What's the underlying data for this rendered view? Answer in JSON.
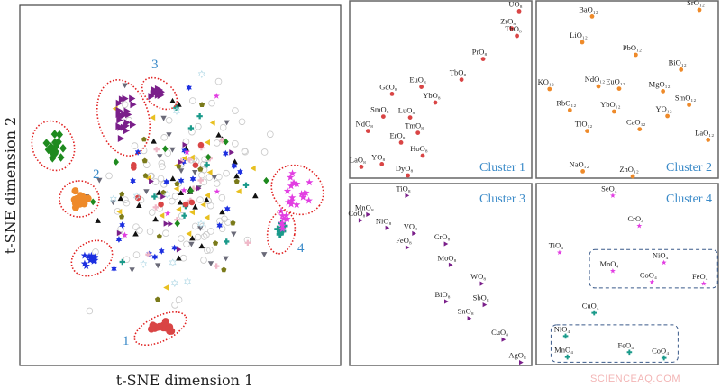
{
  "chart_data": [
    {
      "type": "scatter",
      "xlabel": "t-SNE dimension 1",
      "ylabel": "t-SNE dimension 2",
      "annotated_clusters": [
        {
          "label": "1",
          "marker": "circle",
          "color": "#d94545",
          "center": [
            43.8,
            10.2
          ],
          "count": 18
        },
        {
          "label": "2",
          "marker": "circle",
          "color": "#ee8a2a",
          "center": [
            18.5,
            46.2
          ],
          "count": 18
        },
        {
          "label": "3",
          "marker": "triangle-right",
          "color": "#7a1f8a",
          "center": [
            32.3,
            68.7
          ],
          "count": 22
        },
        {
          "label": "4",
          "marker": "star",
          "color": "#e23ee2",
          "center": [
            86.5,
            48.7
          ],
          "count": 18
        }
      ],
      "other_groups": [
        {
          "marker": "diamond",
          "color": "#1e8a1e",
          "center": [
            10.4,
            61
          ],
          "count": 18
        },
        {
          "marker": "star",
          "color": "#1c2fe0",
          "center": [
            22.5,
            29.7
          ],
          "count": 12
        },
        {
          "marker": "triangle-right",
          "color": "#7a1f8a",
          "center": [
            43.5,
            75.5
          ],
          "count": 12
        },
        {
          "marker": "cross",
          "color": "#1a9a8a",
          "center": [
            81.5,
            37
          ],
          "count": 8
        },
        {
          "marker": "star",
          "color": "#e23ee2",
          "center": [
            82,
            40
          ],
          "count": 8
        }
      ]
    },
    {
      "type": "scatter",
      "title": "Cluster 1",
      "marker": "circle",
      "color": "#d94545",
      "points": [
        {
          "label": "UO₈",
          "x": 92.7,
          "y": 93.8
        },
        {
          "label": "ZrO₈",
          "x": 88.6,
          "y": 84.2
        },
        {
          "label": "ThO₈",
          "x": 91.5,
          "y": 80.0
        },
        {
          "label": "PrO₈",
          "x": 73.2,
          "y": 67.2
        },
        {
          "label": "TbO₈",
          "x": 61.5,
          "y": 55.7
        },
        {
          "label": "EuO₈",
          "x": 39.8,
          "y": 51.7
        },
        {
          "label": "GdO₈",
          "x": 23.9,
          "y": 47.8
        },
        {
          "label": "YbO₈",
          "x": 47.3,
          "y": 43.0
        },
        {
          "label": "SmO₈",
          "x": 19.2,
          "y": 35.2
        },
        {
          "label": "LuO₈",
          "x": 33.7,
          "y": 34.7
        },
        {
          "label": "NdO₈",
          "x": 10.9,
          "y": 27.2
        },
        {
          "label": "TmO₈",
          "x": 37.9,
          "y": 26.2
        },
        {
          "label": "ErO₈",
          "x": 28.8,
          "y": 20.8
        },
        {
          "label": "HoO₈",
          "x": 40.5,
          "y": 13.5
        },
        {
          "label": "LaO₈",
          "x": 7.3,
          "y": 7.3
        },
        {
          "label": "YO₈",
          "x": 18.4,
          "y": 8.8
        },
        {
          "label": "DyO₈",
          "x": 32.5,
          "y": 2.5
        }
      ]
    },
    {
      "type": "scatter",
      "title": "Cluster 2",
      "marker": "circle",
      "color": "#ee8a2a",
      "points": [
        {
          "label": "BaO₁₂",
          "x": 30.9,
          "y": 90.8
        },
        {
          "label": "SrO₁₂",
          "x": 88.4,
          "y": 94.5
        },
        {
          "label": "LiO₁₂",
          "x": 25.6,
          "y": 76.5
        },
        {
          "label": "PbO₁₂",
          "x": 54.3,
          "y": 69.5
        },
        {
          "label": "BiO₁₂",
          "x": 78.6,
          "y": 61.3
        },
        {
          "label": "KO₁₂",
          "x": 8.1,
          "y": 50.5
        },
        {
          "label": "NdO₁₂",
          "x": 34.3,
          "y": 52.0
        },
        {
          "label": "EuO₁₂",
          "x": 45.4,
          "y": 50.7
        },
        {
          "label": "MgO₁₂",
          "x": 68.9,
          "y": 49.3
        },
        {
          "label": "SmO₁₂",
          "x": 82.9,
          "y": 41.7
        },
        {
          "label": "RbO₁₂",
          "x": 19.0,
          "y": 38.8
        },
        {
          "label": "YbO₁₂",
          "x": 42.7,
          "y": 38.0
        },
        {
          "label": "YO₁₂",
          "x": 71.3,
          "y": 35.5
        },
        {
          "label": "TlO₁₂",
          "x": 28.3,
          "y": 27.2
        },
        {
          "label": "CaO₁₂",
          "x": 56.4,
          "y": 28.2
        },
        {
          "label": "LaO₁₂",
          "x": 93.1,
          "y": 22.3
        },
        {
          "label": "NaO₁₂",
          "x": 25.9,
          "y": 4.8
        },
        {
          "label": "ZnO₁₂",
          "x": 52.7,
          "y": 2.0
        }
      ]
    },
    {
      "type": "scatter",
      "title": "Cluster 3",
      "marker": "triangle-right",
      "color": "#7a1f8a",
      "points": [
        {
          "label": "TiO₈",
          "x": 32.0,
          "y": 91.7
        },
        {
          "label": "MnO₈",
          "x": 10.9,
          "y": 81.7
        },
        {
          "label": "CoO₈",
          "x": 6.8,
          "y": 78.6
        },
        {
          "label": "NiO₈",
          "x": 21.3,
          "y": 74.6
        },
        {
          "label": "VO₈",
          "x": 35.8,
          "y": 71.7
        },
        {
          "label": "FeO₈",
          "x": 32.2,
          "y": 64.3
        },
        {
          "label": "CrO₈",
          "x": 53.0,
          "y": 66.2
        },
        {
          "label": "MoO₈",
          "x": 55.6,
          "y": 55.1
        },
        {
          "label": "WO₈",
          "x": 72.5,
          "y": 45.2
        },
        {
          "label": "BiO₈",
          "x": 53.2,
          "y": 35.7
        },
        {
          "label": "SbO₈",
          "x": 74.0,
          "y": 34.0
        },
        {
          "label": "SnO₈",
          "x": 65.7,
          "y": 26.8
        },
        {
          "label": "CuO₈",
          "x": 84.2,
          "y": 15.6
        },
        {
          "label": "AgO₈",
          "x": 93.7,
          "y": 3.5
        }
      ]
    },
    {
      "type": "scatter",
      "title": "Cluster 4",
      "series": [
        {
          "marker": "star",
          "color": "#e23ee2",
          "points": [
            {
              "label": "SeO₄",
              "x": 42.0,
              "y": 91.5
            },
            {
              "label": "CrO₄",
              "x": 56.2,
              "y": 75.1
            },
            {
              "label": "TiO₄",
              "x": 13.5,
              "y": 60.7
            },
            {
              "label": "NiO₄",
              "x": 69.4,
              "y": 55.3
            },
            {
              "label": "MnO₄",
              "x": 42.0,
              "y": 50.7
            },
            {
              "label": "CoO₄",
              "x": 63.0,
              "y": 44.7
            },
            {
              "label": "FeO₄",
              "x": 90.7,
              "y": 43.9
            }
          ]
        },
        {
          "marker": "cross",
          "color": "#1a9a8a",
          "points": [
            {
              "label": "CuO₄",
              "x": 32.0,
              "y": 28.0
            },
            {
              "label": "NiO₄",
              "x": 16.7,
              "y": 15.4
            },
            {
              "label": "MnO₄",
              "x": 17.7,
              "y": 4.1
            },
            {
              "label": "FeO₄",
              "x": 50.9,
              "y": 6.7
            },
            {
              "label": "CoO₄",
              "x": 69.4,
              "y": 3.6
            }
          ]
        }
      ]
    }
  ],
  "watermark": "SCIENCEAQ.COM"
}
